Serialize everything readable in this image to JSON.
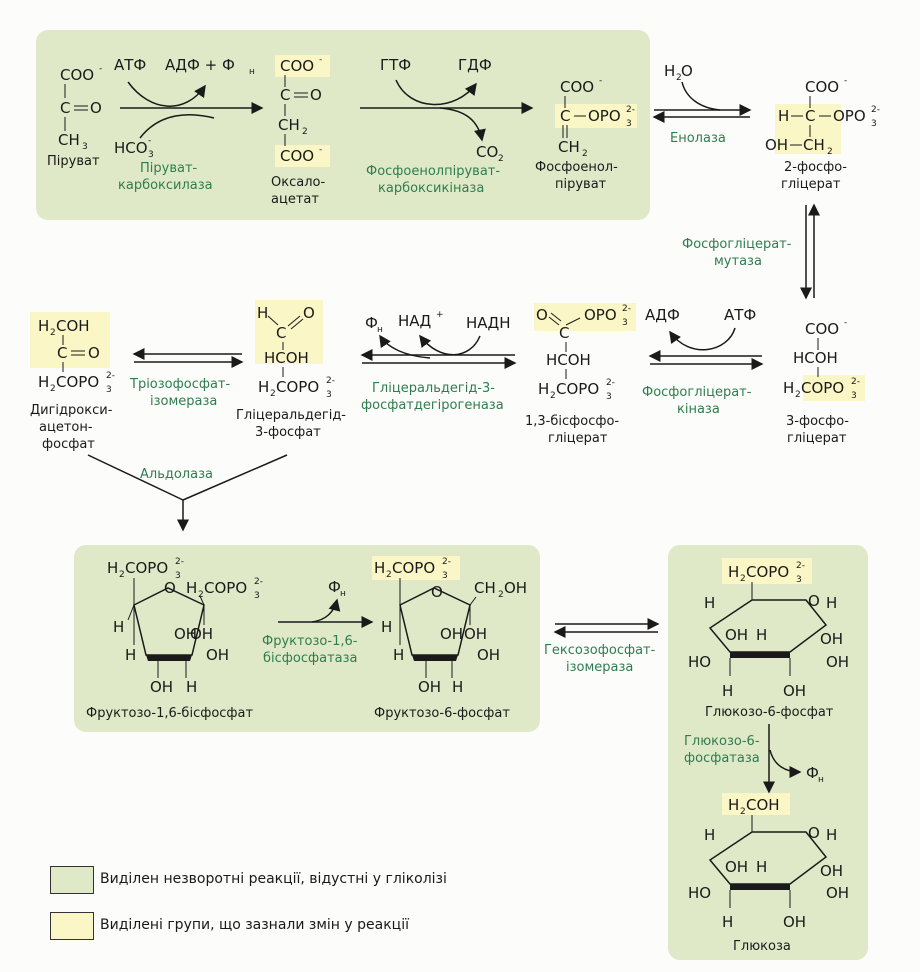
{
  "colors": {
    "box": "#dfe9c8",
    "highlight": "#fbf6c6",
    "enzyme": "#2e7d4f"
  },
  "compounds": {
    "pyruvate": "Піруват",
    "oxaloacetate_1": "Оксало-",
    "oxaloacetate_2": "ацетат",
    "pep_1": "Фосфоенол-",
    "pep_2": "піруват",
    "pg2_1": "2-фосфо-",
    "pg2_2": "гліцерат",
    "pg3_1": "3-фосфо-",
    "pg3_2": "гліцерат",
    "bpg_1": "1,3-бісфосфо-",
    "bpg_2": "гліцерат",
    "gap_1": "Гліцеральдегід-",
    "gap_2": "3-фосфат",
    "dhap_1": "Дигідрокси-",
    "dhap_2": "ацетон-",
    "dhap_3": "фосфат",
    "f16bp": "Фруктозо-1,6-бісфосфат",
    "f6p": "Фруктозо-6-фосфат",
    "g6p": "Глюкозо-6-фосфат",
    "glucose": "Глюкоза"
  },
  "enzymes": {
    "pc_1": "Піруват-",
    "pc_2": "карбоксилаза",
    "pepck_1": "Фосфоенолпіруват-",
    "pepck_2": "карбоксикіназа",
    "enolase": "Енолаза",
    "pgm_1": "Фосфогліцерат-",
    "pgm_2": "мутаза",
    "pgk_1": "Фосфогліцерат-",
    "pgk_2": "кіназа",
    "gapdh_1": "Гліцеральдегід-3-",
    "gapdh_2": "фосфатдегірогеназа",
    "tpi_1": "Тріозофосфат-",
    "tpi_2": "ізомераза",
    "aldolase": "Альдолаза",
    "fbpase_1": "Фруктозо-1,6-",
    "fbpase_2": "бісфосфатаза",
    "pgi_1": "Гексозофосфат-",
    "pgi_2": "ізомераза",
    "g6pase_1": "Глюкозо-6-",
    "g6pase_2": "фосфатаза"
  },
  "cofactors": {
    "atp": "АТФ",
    "adp_pn": "АДФ + Ф",
    "n_sub": "н",
    "hco3": "HCO",
    "gtp": "ГТФ",
    "gdp": "ГДФ",
    "co2": "CO",
    "h2o": "H",
    "adp": "АДФ",
    "atp2": "АТФ",
    "nad": "НАД",
    "nadh": "НАДН",
    "pn": "Ф"
  },
  "legend": {
    "irreversible": "Виділен незворотні реакції, відустні у гліколізі",
    "changed_groups": "Виділені групи, що зазнали змін у реакції"
  }
}
